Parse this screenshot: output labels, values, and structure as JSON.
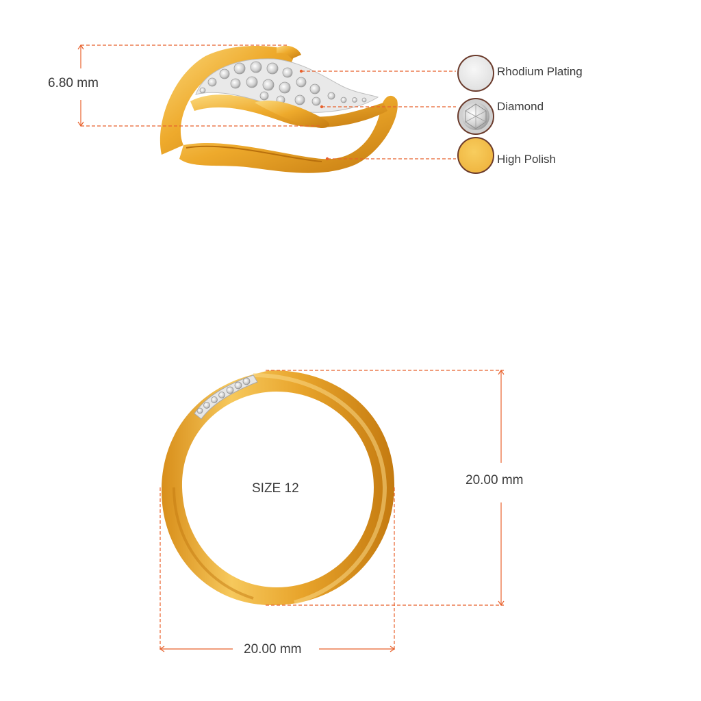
{
  "dimensions": {
    "height_top": "6.80 mm",
    "height_side": "20.00 mm",
    "width_bottom": "20.00 mm"
  },
  "size_label": "SIZE 12",
  "legend": [
    {
      "label": "Rhodium Plating",
      "swatch": "#ececec"
    },
    {
      "label": "Diamond",
      "swatch": "#d8d8d8"
    },
    {
      "label": "High Polish",
      "swatch": "#f4c24e"
    }
  ],
  "colors": {
    "dimension_line": "#e8612c",
    "gold_light": "#f7c65a",
    "gold_mid": "#e9a629",
    "gold_dark": "#c67d12",
    "diamond": "#e4e4e4",
    "swatch_border": "#6b3b2c"
  }
}
